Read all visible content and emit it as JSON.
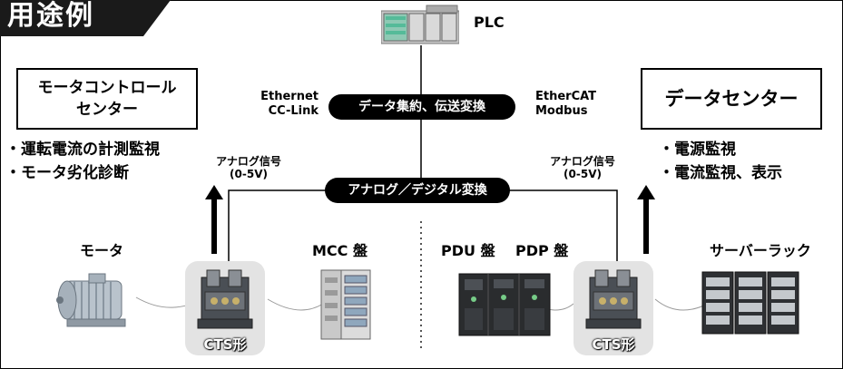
{
  "header_tab": "用途例",
  "plc": {
    "label": "PLC"
  },
  "left_box": {
    "line1": "モータコントロール",
    "line2": "センター"
  },
  "right_box": {
    "text": "データセンター"
  },
  "top_pill": "データ集約、伝送変換",
  "mid_pill": "アナログ／デジタル変換",
  "protocols_left": [
    "Ethernet",
    "CC-Link"
  ],
  "protocols_right": [
    "EtherCAT",
    "Modbus"
  ],
  "analog_left": {
    "line1": "アナログ信号",
    "line2": "(0-5V)"
  },
  "analog_right": {
    "line1": "アナログ信号",
    "line2": "(0-5V)"
  },
  "left_bullets": [
    "運転電流の計測監視",
    "モータ劣化診断"
  ],
  "right_bullets": [
    "電源監視",
    "電流監視、表示"
  ],
  "devices": {
    "motor": "モータ",
    "mcc": "MCC 盤",
    "pdu": "PDU 盤",
    "pdp": "PDP 盤",
    "server_rack": "サーバーラック",
    "cts_left": "CTS形",
    "cts_right": "CTS形"
  },
  "icons": [
    "plc-icon",
    "motor-icon",
    "cts-device-icon",
    "mcc-panel-icon",
    "pdu-pdp-panel-icon",
    "server-rack-icon",
    "arrow-up-icon"
  ]
}
